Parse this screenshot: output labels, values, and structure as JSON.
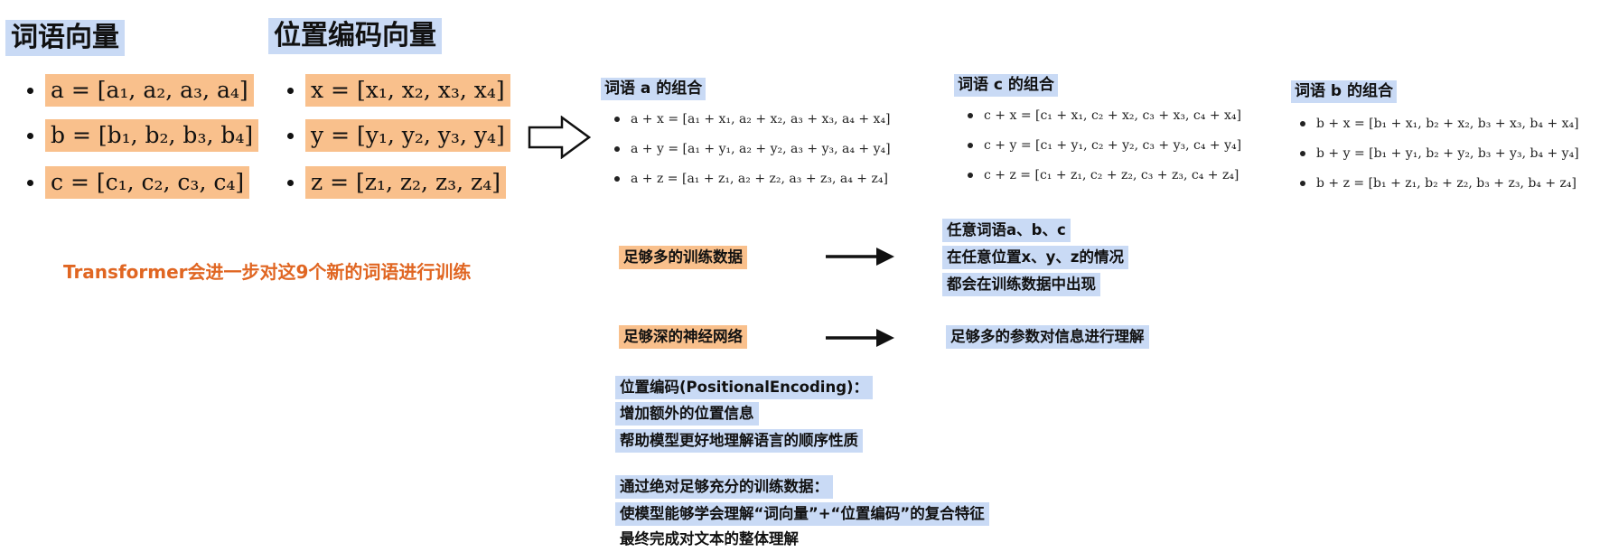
{
  "headings": {
    "word_vectors": "词语向量",
    "position_vectors": "位置编码向量"
  },
  "word_vectors": [
    "a = [a₁, a₂, a₃, a₄]",
    "b = [b₁, b₂, b₃, b₄]",
    "c = [c₁, c₂, c₃, c₄]"
  ],
  "position_vectors": [
    "x = [x₁, x₂, x₃, x₄]",
    "y = [y₁, y₂, y₃, y₄]",
    "z = [z₁, z₂, z₃, z₄]"
  ],
  "note": "Transformer会进一步对这9个新的词语进行训练",
  "combos": [
    {
      "title": "词语 a 的组合",
      "lines": [
        "a + x = [a₁ + x₁, a₂ + x₂, a₃ + x₃, a₄ + x₄]",
        "a + y = [a₁ + y₁, a₂ + y₂, a₃ + y₃, a₄ + y₄]",
        "a + z = [a₁ + z₁, a₂ + z₂, a₃ + z₃, a₄ + z₄]"
      ]
    },
    {
      "title": "词语 c 的组合",
      "lines": [
        "c + x = [c₁ + x₁, c₂ + x₂, c₃ + x₃, c₄ + x₄]",
        "c + y = [c₁ + y₁, c₂ + y₂, c₃ + y₃, c₄ + y₄]",
        "c + z = [c₁ + z₁, c₂ + z₂, c₃ + z₃, c₄ + z₄]"
      ]
    },
    {
      "title": "词语 b 的组合",
      "lines": [
        "b + x = [b₁ + x₁, b₂ + x₂, b₃ + x₃, b₄ + x₄]",
        "b + y = [b₁ + y₁, b₂ + y₂, b₃ + y₃, b₄ + y₄]",
        "b + z = [b₁ + z₁, b₂ + z₂, b₃ + z₃, b₄ + z₄]"
      ]
    }
  ],
  "requirements": [
    {
      "label": "足够多的训练数据",
      "results": [
        "任意词语a、b、c",
        "在任意位置x、y、z的情况",
        "都会在训练数据中出现"
      ]
    },
    {
      "label": "足够深的神经网络",
      "results": [
        "足够多的参数对信息进行理解"
      ]
    }
  ],
  "summary_1": [
    "位置编码(PositionalEncoding)：",
    "增加额外的位置信息",
    "帮助模型更好地理解语言的顺序性质"
  ],
  "summary_2": [
    "通过绝对足够充分的训练数据：",
    "使模型能够学会理解“词向量”+“位置编码”的复合特征",
    "最终完成对文本的整体理解"
  ],
  "colors": {
    "highlight_blue": "#c9daf5",
    "highlight_orange": "#f9c08c",
    "note_orange": "#e06622"
  }
}
